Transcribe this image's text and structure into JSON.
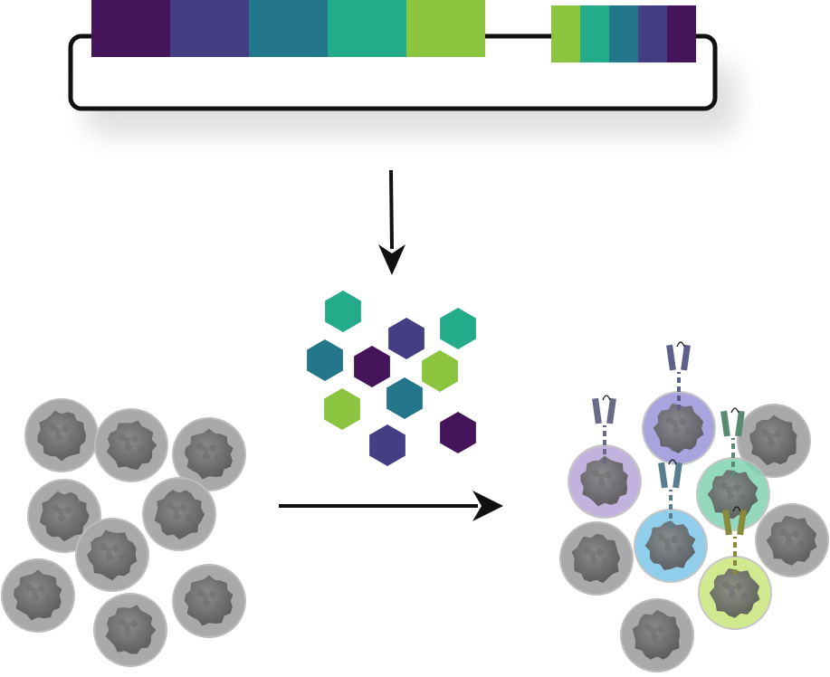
{
  "plasmid": {
    "block_a_colors": [
      "#45145a",
      "#443e85",
      "#24778a",
      "#24ab8a",
      "#8bc53f"
    ],
    "block_b_colors": [
      "#8bc53f",
      "#24ab8a",
      "#24778a",
      "#443e85",
      "#45145a"
    ],
    "outline_color": "#111111"
  },
  "peptide_library": {
    "hexagon_colors": [
      "#24ab8a",
      "#443e85",
      "#24ab8a",
      "#24778a",
      "#45145a",
      "#8bc53f",
      "#24778a",
      "#8bc53f",
      "#443e85",
      "#45145a"
    ]
  },
  "unsorted_cells": {
    "count": 9,
    "cell_color": "#a9a9a9"
  },
  "labeled_cells": {
    "gray_cell_count": 4,
    "tinted_cell_colors": [
      "#b7a6d8",
      "#9b94d9",
      "#7fd3b2",
      "#7ec6e8",
      "#c9e77c"
    ],
    "receptor_colors": [
      "#6b6a86",
      "#5f5f8c",
      "#5a8a72",
      "#587f8f",
      "#8a8a3c"
    ]
  },
  "arrows": {
    "down_arrow": "expression-arrow",
    "right_arrow": "labeling-arrow",
    "color": "#111111"
  }
}
